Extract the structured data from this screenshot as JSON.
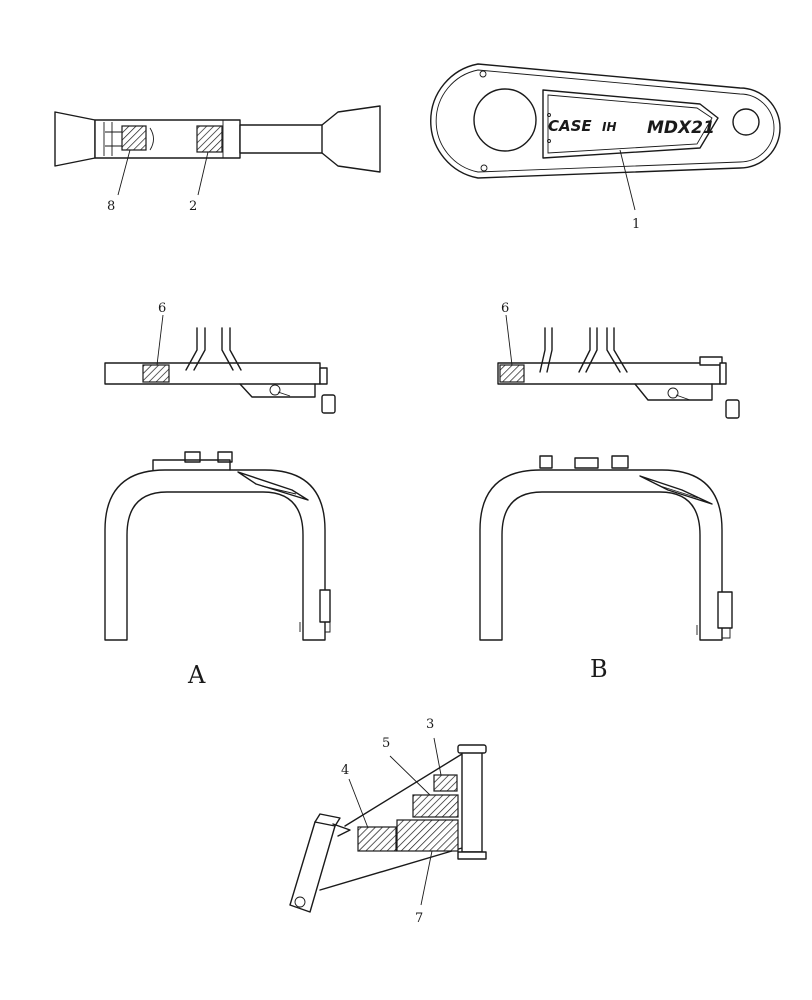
{
  "callouts": {
    "c1": "1",
    "c2": "2",
    "c3": "3",
    "c4": "4",
    "c5": "5",
    "c6a": "6",
    "c6b": "6",
    "c7": "7",
    "c8": "8"
  },
  "views": {
    "a": "A",
    "b": "B"
  },
  "decal": {
    "brand": "CASE",
    "brand_mark": "IH",
    "model": "MDX21"
  },
  "colors": {
    "line": "#1a1a1a",
    "background": "#ffffff"
  }
}
